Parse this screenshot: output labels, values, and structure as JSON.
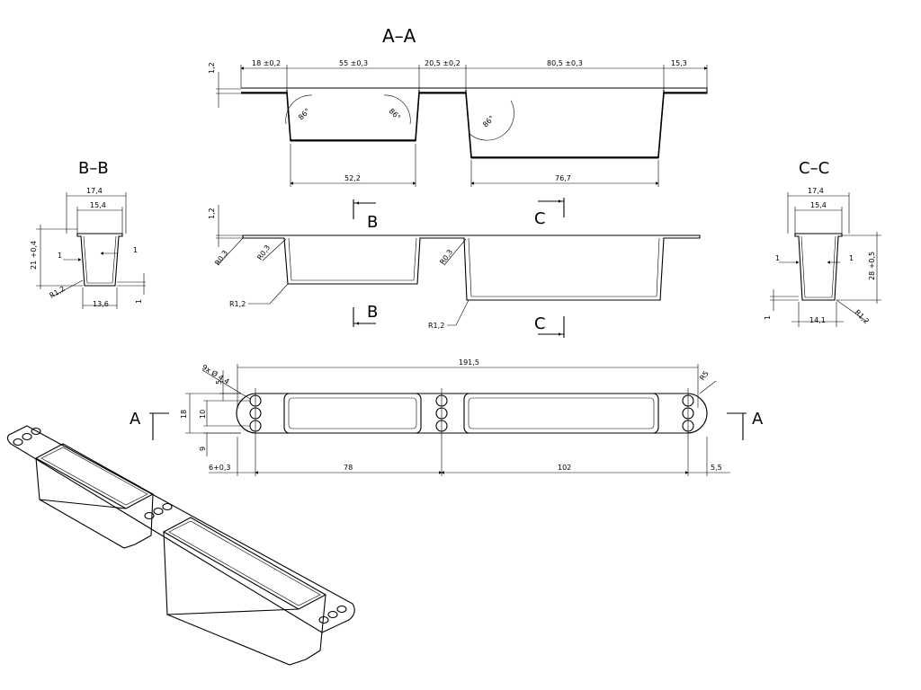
{
  "views": {
    "aa": {
      "title": "A–A",
      "dims": [
        "18 ±0,2",
        "55 ±0,3",
        "20,5 ±0,2",
        "80,5 ±0,3",
        "15,3",
        "1,2",
        "52,2",
        "76,7",
        "86°",
        "86°",
        "86°"
      ]
    },
    "middle": {
      "dims": [
        "1,2",
        "R0,3",
        "R0,3",
        "R0,3",
        "R1,2",
        "R1,2"
      ],
      "markers": [
        "B",
        "C",
        "B",
        "C"
      ]
    },
    "bb": {
      "title": "B–B",
      "dims": [
        "17,4",
        "15,4",
        "21 +0,4",
        "1",
        "1",
        "R1,2",
        "13,6",
        "1"
      ]
    },
    "cc": {
      "title": "C–C",
      "dims": [
        "17,4",
        "15,4",
        "28 +0,5",
        "1",
        "1",
        "R1,2",
        "14,1",
        "1"
      ]
    },
    "top": {
      "dims": [
        "9x Ø 4,4",
        "191,5",
        "R5",
        "5",
        "18",
        "10",
        "9",
        "6+0,3",
        "78",
        "102",
        "5,5"
      ],
      "markers": [
        "A",
        "A"
      ]
    }
  }
}
